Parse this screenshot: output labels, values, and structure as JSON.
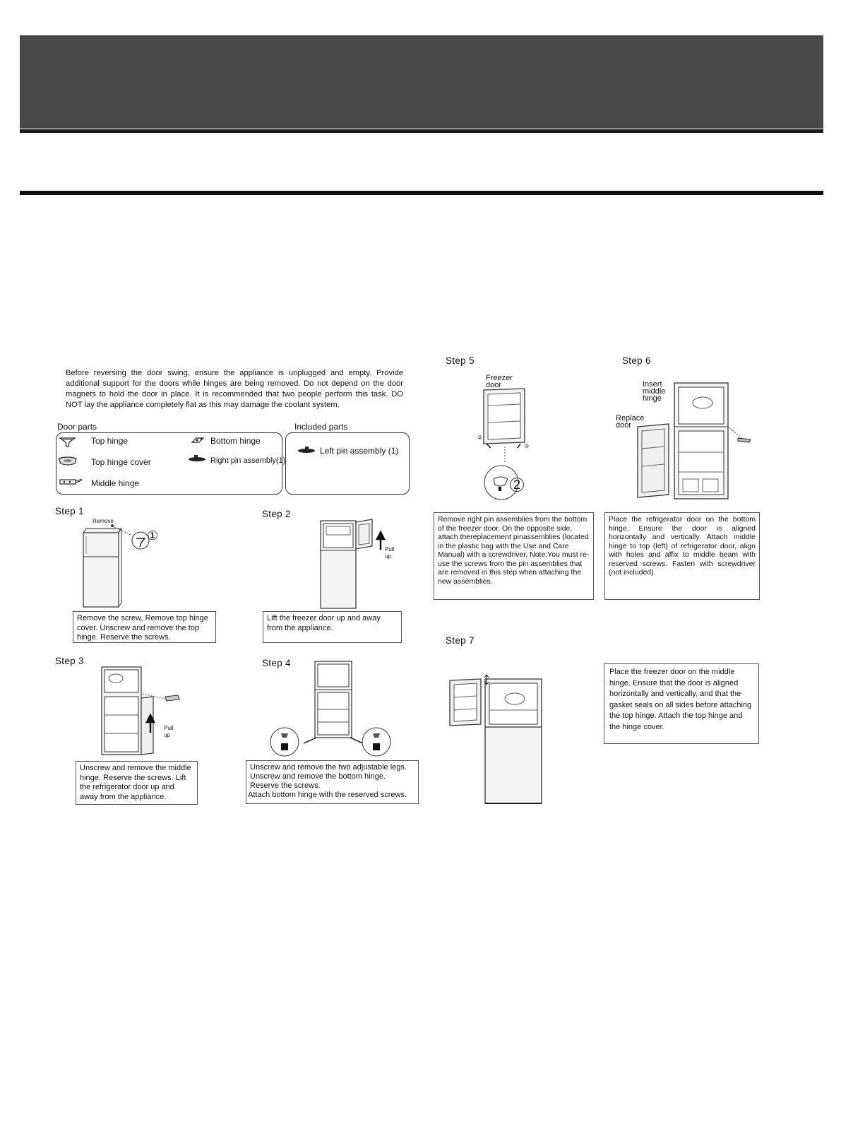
{
  "intro": "Before reversing the door swing, ensure the appliance is unplugged and empty. Provide additional support for the doors while hinges are being removed. Do not depend on the door magnets to hold the door in place. It is recommended that two people perform this task. DO NOT lay the appliance completely flat as this may damage the coolant system.",
  "door_parts": {
    "label": "Door parts",
    "items": [
      "Top hinge",
      "Top hinge cover",
      "Middle hinge",
      "Bottom hinge",
      "Right pin assembly(1)"
    ]
  },
  "included_parts": {
    "label": "Included  parts",
    "items": [
      "Left pin assembly (1)"
    ]
  },
  "steps": [
    {
      "label": "Step    1",
      "caption": "Remove the screw, Remove top hinge cover. Unscrew and remove the top hinge. Reserve the screws.",
      "figure_texts": [
        "Remove",
        "①"
      ]
    },
    {
      "label": "Step    2",
      "caption": "Lift the freezer door up and away from the appliance.",
      "figure_texts": [
        "Pull",
        "up"
      ]
    },
    {
      "label": "Step    3",
      "caption": "Unscrew and remove the middle hinge. Reserve the screws. Lift the refrigerator door up and away from the appliance.",
      "figure_texts": [
        "Pull",
        "up"
      ]
    },
    {
      "label": "Step    4",
      "caption_lines": [
        "Unscrew and remove the two adjustable legs.",
        "Unscrew and remove the bottom hinge.",
        "Reserve the screws.",
        "Attach bottom hinge with the reserved screws."
      ]
    },
    {
      "label": "Step    5",
      "caption": "Remove right pin assemblies from the bottom of the freezer door. On the opposite side, attach thereplacement pinassemblies (located in the plastic bag with the Use and Care Manual) with a screwdriver. Note:You must re-use the screws from the pin assemblies that are removed in this step when attaching the new assemblies.",
      "figure_texts": [
        "Freezer",
        "door",
        "②",
        "③",
        "2"
      ]
    },
    {
      "label": "Step    6",
      "caption": "Place the refrigerator door on the bottom hinge. Ensure the door is aligned horizontally and vertically. Attach middle hinge to top (left) of refrigerator door, align with holes and affix to middle beam with reserved screws. Fasten with screwdriver (not included).",
      "figure_texts": [
        "Insert",
        "middle",
        "hinge",
        "Replace",
        "door"
      ]
    },
    {
      "label": "Step    7",
      "caption": "Place the freezer door on the middle hinge. Ensure that the door is aligned horizontally and vertically, and that the gasket seals on all sides before attaching the top hinge. Attach the top hinge and the hinge cover."
    }
  ]
}
